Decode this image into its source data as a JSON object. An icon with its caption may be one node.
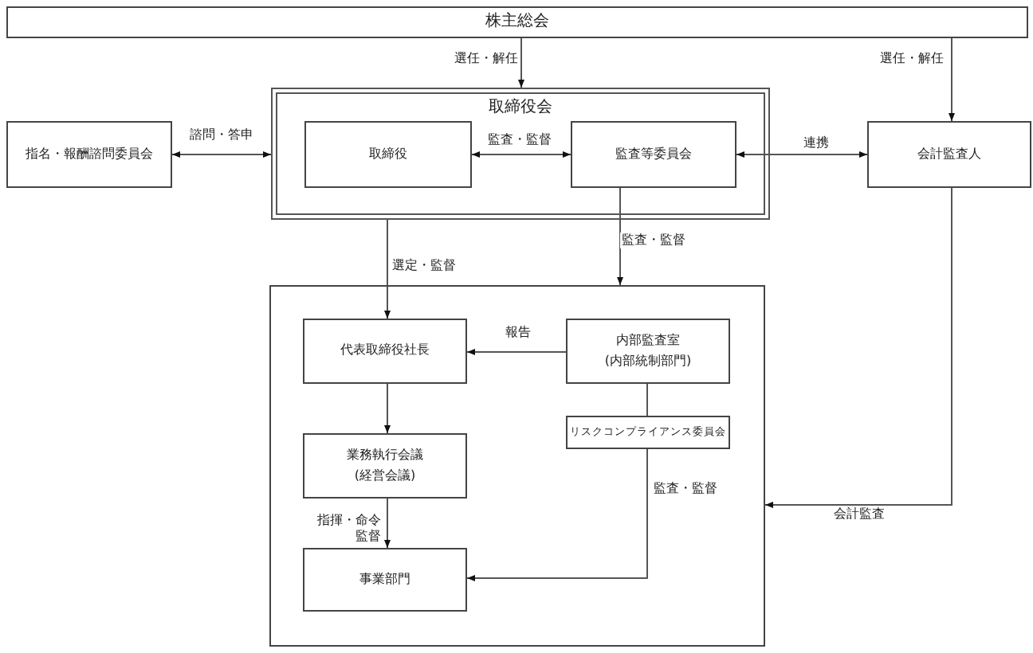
{
  "diagram": {
    "nodes": [
      {
        "text": [
          "株主総会"
        ]
      },
      {
        "text": [
          "取締役会"
        ]
      },
      {
        "text": [
          "取締役"
        ],
        "in": 1
      },
      {
        "text": [
          "監査等委員会"
        ],
        "in": 1
      },
      {
        "text": [
          "指名・報酬諮問委員会"
        ]
      },
      {
        "text": [
          "会計監査人"
        ]
      },
      {
        "text": [],
        "shape": "box"
      },
      {
        "text": [
          "代表取締役社長"
        ],
        "in": 6
      },
      {
        "text": [
          "内部監査室(内部統制部門)"
        ],
        "in": 6
      },
      {
        "text": [
          "リスクコンプライアンス委員会"
        ],
        "in": 6
      },
      {
        "text": [
          "業務執行会議(経営会議)"
        ],
        "in": 6
      },
      {
        "text": [
          "事業部門"
        ],
        "in": 6
      }
    ],
    "edges": [
      {
        "from": 0,
        "to": 1,
        "arrow": "to",
        "label": "選任・解任"
      },
      {
        "from": 0,
        "to": 5,
        "arrow": "to",
        "label": "選任・解任"
      },
      {
        "from": 4,
        "to": 1,
        "arrow": "both",
        "label": "諮問・答申"
      },
      {
        "from": 2,
        "to": 3,
        "arrow": "both",
        "label": "監査・監督"
      },
      {
        "from": 3,
        "to": 5,
        "arrow": "both",
        "label": "連携"
      },
      {
        "from": 1,
        "to": 7,
        "arrow": "to",
        "label": "選定・監督"
      },
      {
        "from": 3,
        "to": 6,
        "arrow": "to",
        "label": "監査・監督"
      },
      {
        "from": 5,
        "to": 6,
        "arrow": "to",
        "label": "会計監査"
      },
      {
        "from": 8,
        "to": 7,
        "arrow": "to",
        "label": "報告"
      },
      {
        "from": 8,
        "to": 9,
        "arrow": "none"
      },
      {
        "from": 7,
        "to": 10,
        "arrow": "to"
      },
      {
        "from": 10,
        "to": 11,
        "arrow": "to",
        "label": "指揮・命令監督"
      },
      {
        "from": 9,
        "to": 11,
        "arrow": "to",
        "label": "監査・監督"
      }
    ]
  }
}
